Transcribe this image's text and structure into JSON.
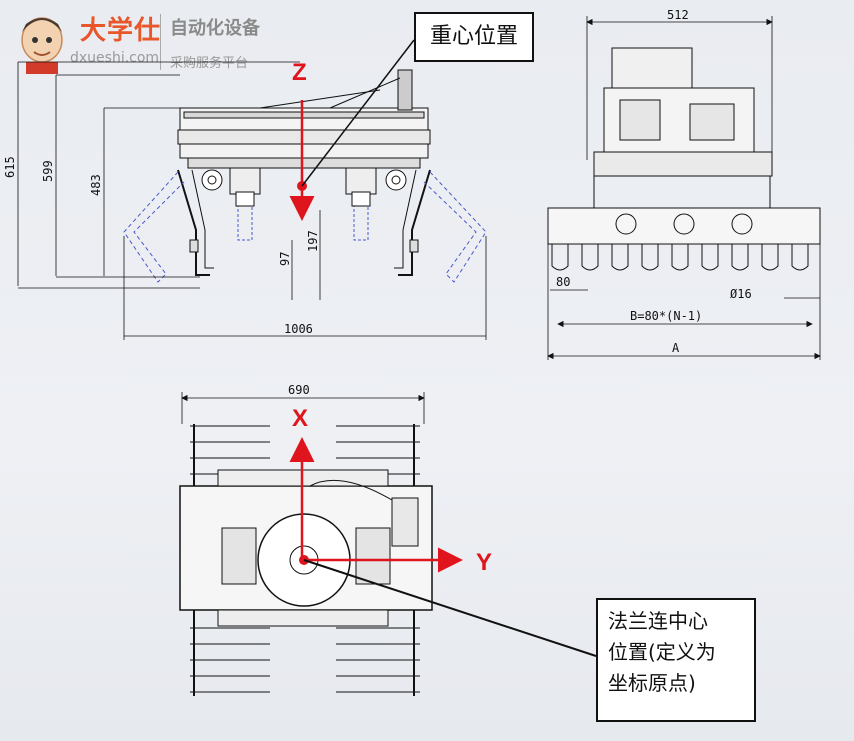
{
  "logo": {
    "brand": "大学仕",
    "subtitle": "自动化设备",
    "url": "dxueshi.com",
    "tagline": "采购服务平台"
  },
  "callouts": {
    "center_of_gravity": "重心位置",
    "flange_center": "法兰连中心\n位置(定义为\n坐标原点)"
  },
  "axes": {
    "z": "Z",
    "x": "X",
    "y": "Y"
  },
  "front_view_dims": {
    "d615": "615",
    "d599": "599",
    "d483": "483",
    "d97": "97",
    "d197": "197",
    "d1006": "1006"
  },
  "side_view_dims": {
    "d512": "512",
    "d80": "80",
    "d16": "Ø16",
    "b_formula": "B=80*(N-1)",
    "a_label": "A"
  },
  "top_view_dims": {
    "d690": "690"
  },
  "colors": {
    "axis": "#e0141c",
    "line": "#111111",
    "brand": "#e8562a"
  }
}
